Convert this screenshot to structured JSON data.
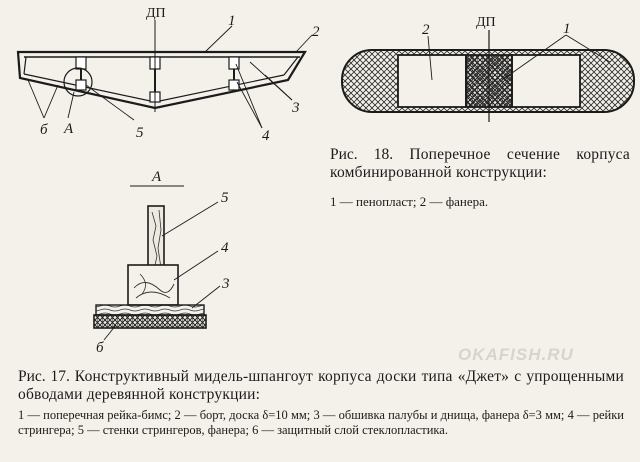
{
  "fig17": {
    "section_top_label": "ДП",
    "callouts": [
      "1",
      "2",
      "3",
      "4",
      "5",
      "б",
      "А"
    ],
    "detail_title": "А",
    "detail_callouts": [
      "5",
      "4",
      "3",
      "б"
    ],
    "caption_num": "Рис. 17.",
    "caption_title": "Конструктивный мидель-шпангоут корпуса доски типа «Джет» с упрощенными обводами деревянной конструкции:",
    "legend": "1 — поперечная рейка-бимс; 2 — борт, доска δ=10 мм; 3 — обшивка палубы и днища, фанера δ=3 мм; 4 — рейки стрингера; 5 — стенки стрингеров, фанера; 6 — защитный слой стеклопластика."
  },
  "fig18": {
    "centerline_label": "ДП",
    "callouts": [
      "2",
      "1"
    ],
    "caption_num": "Рис. 18.",
    "caption_title": "Поперечное сечение корпуса комбинированной конструкции:",
    "legend": "1 — пенопласт; 2 — фанера."
  },
  "watermark": "OKAFISH.RU"
}
